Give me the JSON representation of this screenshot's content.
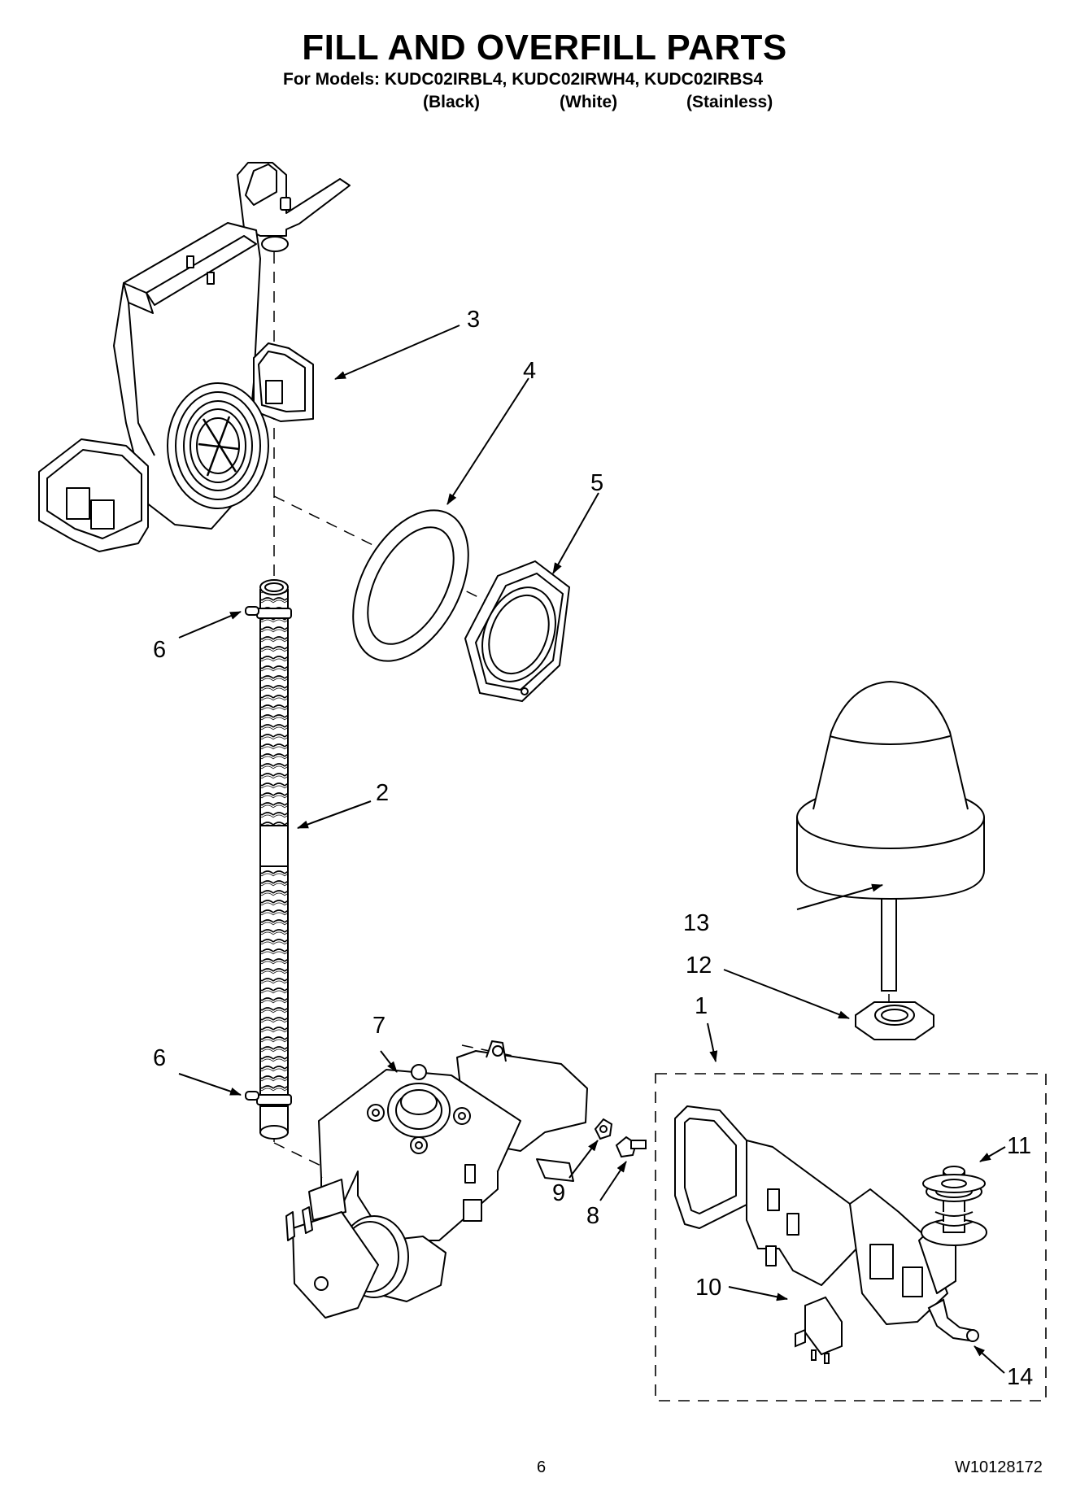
{
  "header": {
    "title": "FILL AND OVERFILL PARTS",
    "models_line": "For Models: KUDC02IRBL4, KUDC02IRWH4, KUDC02IRBS4",
    "variants": [
      "(Black)",
      "(White)",
      "(Stainless)"
    ]
  },
  "callouts": [
    "1",
    "2",
    "3",
    "4",
    "5",
    "6",
    "6",
    "7",
    "8",
    "9",
    "10",
    "11",
    "12",
    "13",
    "14"
  ],
  "footer": {
    "page_number": "6",
    "document_number": "W10128172"
  }
}
